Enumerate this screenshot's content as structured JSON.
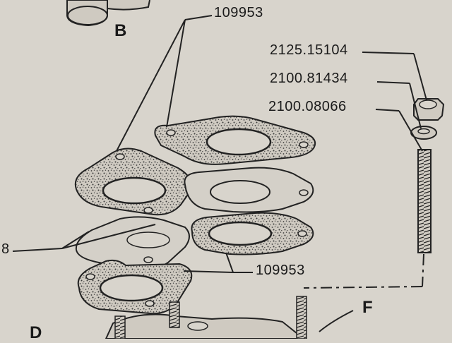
{
  "labels": {
    "top_part": "109953",
    "nut": "2125.15104",
    "washer": "2100.81434",
    "stud": "2100.08066",
    "bottom_part": "109953",
    "left_cut": "8",
    "callout_b": "B",
    "callout_f": "F",
    "callout_d": "D"
  }
}
